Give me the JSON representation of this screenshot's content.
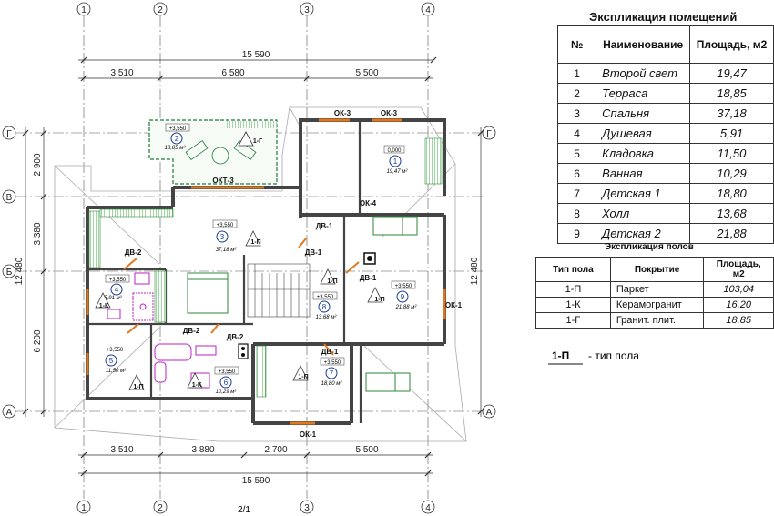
{
  "axes": {
    "vertical": [
      "1",
      "2",
      "3",
      "4"
    ],
    "horizontal": [
      "Г",
      "В",
      "Б",
      "А"
    ]
  },
  "dims": {
    "top_total": "15 590",
    "top_segments": [
      "3 510",
      "6 580",
      "5 500"
    ],
    "bottom_segments": [
      "3 510",
      "3 880",
      "2 700",
      "5 500"
    ],
    "bottom_total": "15 590",
    "left_segments": [
      "2 900",
      "3 380",
      "6 200"
    ],
    "left_total": "12 480",
    "right_total": "12 480"
  },
  "sheet_label": "2/1",
  "rooms": [
    {
      "num": "1",
      "level": "0,000",
      "area": "19,47 м²"
    },
    {
      "num": "2",
      "level": "+3,550",
      "area": "18,85 м²"
    },
    {
      "num": "3",
      "level": "+3,550",
      "area": "37,18 м²"
    },
    {
      "num": "4",
      "level": "+3,550",
      "area": "5,91 м²"
    },
    {
      "num": "5",
      "level": "+3,550",
      "area": "11,50 м²"
    },
    {
      "num": "6",
      "level": "+3,550",
      "area": "10,29 м²"
    },
    {
      "num": "7",
      "level": "+3,550",
      "area": "18,80 м²"
    },
    {
      "num": "8",
      "level": "+3,550",
      "area": "13,68 м²"
    },
    {
      "num": "9",
      "level": "+3,550",
      "area": "21,88 м²"
    }
  ],
  "floor_marks": {
    "p": "1-П",
    "k": "1-К",
    "g": "1-Г"
  },
  "openings": {
    "ok1": "ОК-1",
    "ok3": "ОК-3",
    "ok4": "ОК-4",
    "okt3": "ОКТ-3",
    "dv1": "ДВ-1",
    "dv2": "ДВ-2"
  },
  "explication": {
    "title": "Экспликация помещений",
    "headers": [
      "№",
      "Наименование",
      "Площадь, м2"
    ],
    "rows": [
      {
        "n": "1",
        "name": "Второй свет",
        "area": "19,47"
      },
      {
        "n": "2",
        "name": "Терраса",
        "area": "18,85"
      },
      {
        "n": "3",
        "name": "Спальня",
        "area": "37,18"
      },
      {
        "n": "4",
        "name": "Душевая",
        "area": "5,91"
      },
      {
        "n": "5",
        "name": "Кладовка",
        "area": "11,50"
      },
      {
        "n": "6",
        "name": "Ванная",
        "area": "10,29"
      },
      {
        "n": "7",
        "name": "Детская 1",
        "area": "18,80"
      },
      {
        "n": "8",
        "name": "Холл",
        "area": "13,68"
      },
      {
        "n": "9",
        "name": "Детская 2",
        "area": "21,88"
      }
    ]
  },
  "floors": {
    "title": "Экспликация полов",
    "headers": [
      "Тип пола",
      "Покрытие",
      "Площадь, м2"
    ],
    "rows": [
      {
        "type": "1-П",
        "cover": "Паркет",
        "area": "103,04"
      },
      {
        "type": "1-К",
        "cover": "Керамогранит",
        "area": "16,20"
      },
      {
        "type": "1-Г",
        "cover": "Гранит. плит.",
        "area": "18,85"
      }
    ]
  },
  "legend": {
    "mark": "1-П",
    "text": "- тип пола"
  },
  "colors": {
    "wall": "#444444",
    "roof": "#aaaaaa",
    "window": "#e07820",
    "terrace": "#1f7a3a",
    "plumbing": "#c020c0",
    "green_hatch": "#3fae4a"
  }
}
